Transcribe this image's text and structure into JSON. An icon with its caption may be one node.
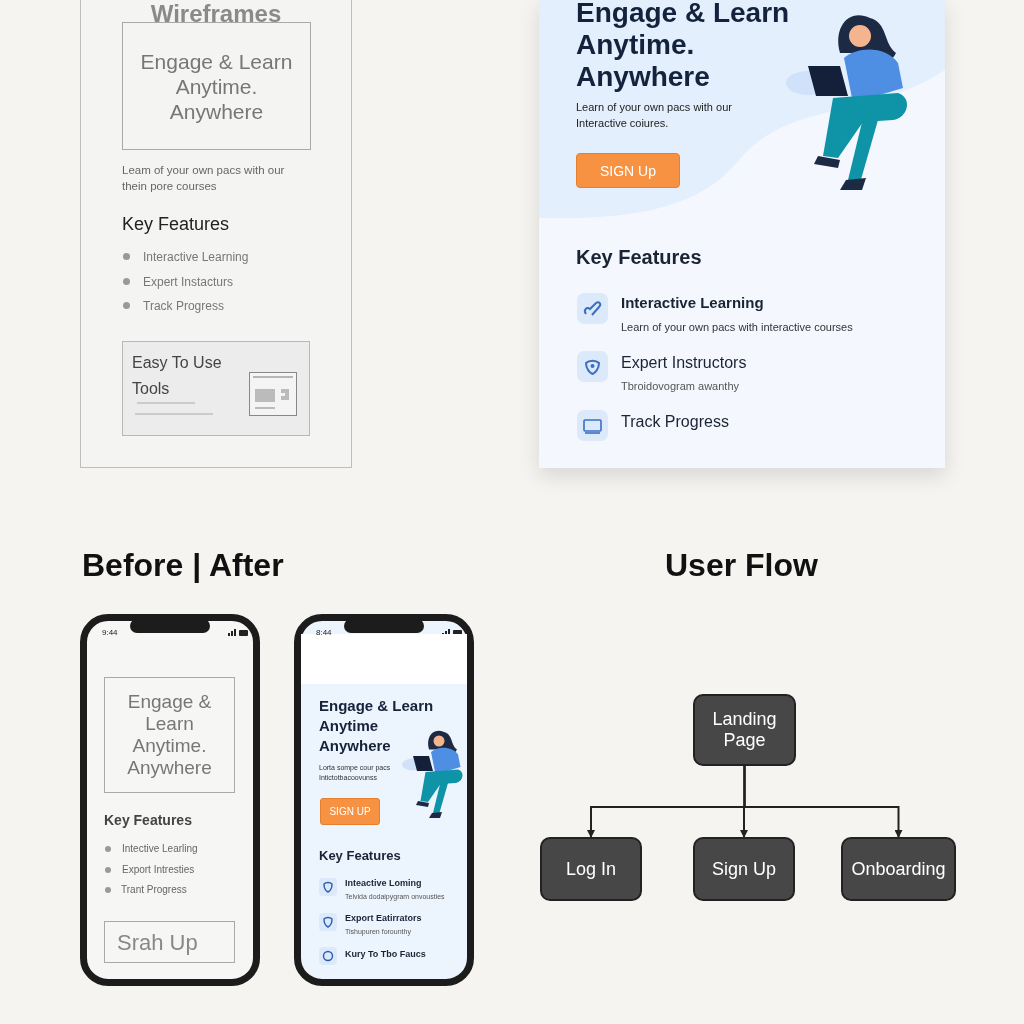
{
  "diagram": {
    "nodes": [
      {
        "text": [
          "Landing Page"
        ]
      },
      {
        "text": [
          "Log In"
        ]
      },
      {
        "text": [
          "Sign Up"
        ]
      },
      {
        "text": [
          "Onboarding"
        ]
      }
    ],
    "edges": [
      {
        "from": 0,
        "to": 1,
        "arrow": "to"
      },
      {
        "from": 0,
        "to": 2,
        "arrow": "to"
      },
      {
        "from": 0,
        "to": 3,
        "arrow": "to"
      }
    ],
    "labels": [
      "Wireframes",
      "Engage & Learn Anytime. Anywhere",
      "Leam of your own pacs with our thein pore courses",
      "Key Features",
      "Interactive Learning",
      "Expert Instacturs",
      "Track Progress",
      "Easy To Use Tools",
      "Engage & Learn Anytime. Anywhere",
      "Learn of your own pacs with our Interactive coiures.",
      "SIGN Up",
      "Key Features",
      "Interactive Learning",
      "Learn of your own pacs with interactive courses",
      "Expert Instructors",
      "Tbroidovogram awanthy",
      "Track Progress",
      "Before | After",
      "User Flow",
      "9:44",
      "Engage & Learn Anytime. Anywhere",
      "Key Features",
      "Intective Learling",
      "Export Intresties",
      "Trant Progress",
      "Srah Up",
      "8:44",
      "Engage & Learn Anytime Anywhere",
      "Lorta sompe cour pacs Intictotbacoovunss",
      "SIGN UP",
      "Key Features",
      "Inteactive Loming",
      "Telvida dodaipygram onvousties",
      "Export Eatirrators",
      "Tishupuren forounthy",
      "Kury To Tbo Faucs"
    ]
  }
}
